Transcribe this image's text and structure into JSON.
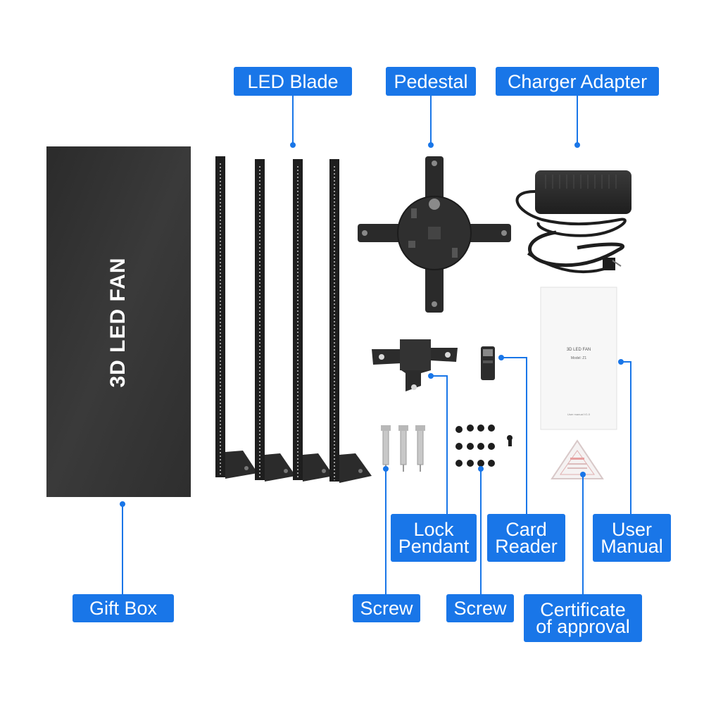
{
  "labels": {
    "led_blade": "LED Blade",
    "pedestal": "Pedestal",
    "charger_adapter": "Charger Adapter",
    "gift_box": "Gift Box",
    "lock_pendant_1": "Lock",
    "lock_pendant_2": "Pendant",
    "card_reader_1": "Card",
    "card_reader_2": "Reader",
    "user_manual_1": "User",
    "user_manual_2": "Manual",
    "screw_1": "Screw",
    "screw_2": "Screw",
    "certificate_1": "Certificate",
    "certificate_2": "of approval"
  },
  "gift_box_text": "3D LED FAN",
  "manual": {
    "title": "3D LED FAN",
    "model": "Model: Z1",
    "footer": "User manual V1.0"
  },
  "colors": {
    "label_bg": "#1976e8",
    "leader_line": "#1976e8",
    "product_dark": "#2a2a2a"
  }
}
